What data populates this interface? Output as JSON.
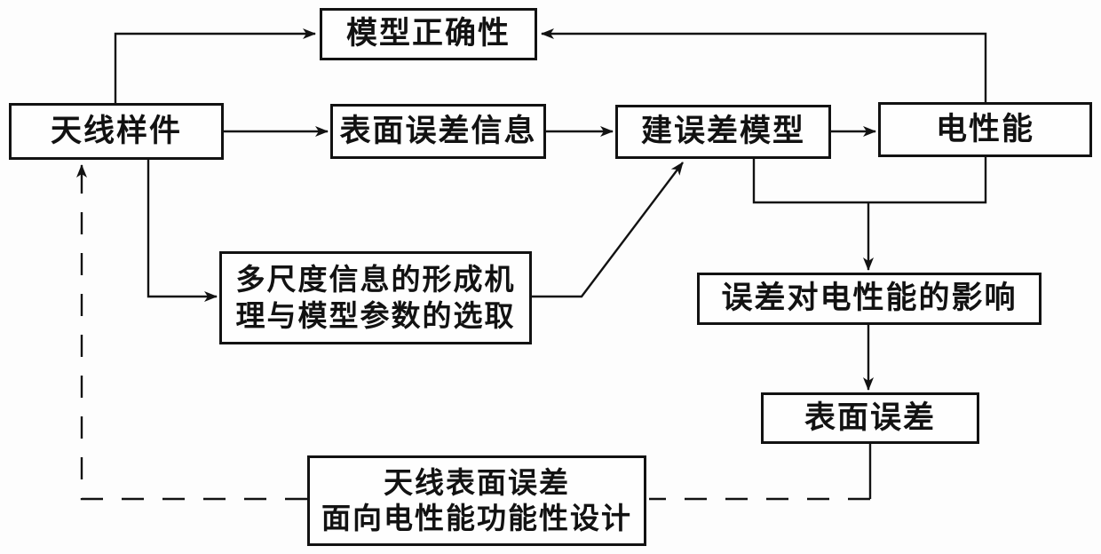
{
  "diagram": {
    "type": "flowchart",
    "colors": {
      "line": "#121212",
      "background": "#fdfdfd",
      "box_background": "#fefefe"
    },
    "boxes": {
      "model_correctness": {
        "label": "模型正确性"
      },
      "antenna_sample": {
        "label": "天线样件"
      },
      "surface_error_info": {
        "label": "表面误差信息"
      },
      "build_error_model": {
        "label": "建误差模型"
      },
      "electrical_performance": {
        "label": "电性能"
      },
      "multiscale": {
        "line1": "多尺度信息的形成机",
        "line2": "理与模型参数的选取"
      },
      "error_influence": {
        "label": "误差对电性能的影响"
      },
      "surface_error": {
        "label": "表面误差"
      },
      "functional_design": {
        "line1": "天线表面误差",
        "line2": "面向电性能功能性设计"
      }
    },
    "edges": [
      {
        "id": "antenna-to-model-correctness",
        "from": "antenna_sample",
        "to": "model_correctness",
        "style": "solid",
        "arrow": true
      },
      {
        "id": "electrical-to-model-correctness",
        "from": "electrical_performance",
        "to": "model_correctness",
        "style": "solid",
        "arrow": true
      },
      {
        "id": "antenna-to-surface-error-info",
        "from": "antenna_sample",
        "to": "surface_error_info",
        "style": "solid",
        "arrow": true
      },
      {
        "id": "surface-error-info-to-build-error-model",
        "from": "surface_error_info",
        "to": "build_error_model",
        "style": "solid",
        "arrow": true
      },
      {
        "id": "build-error-model-to-electrical",
        "from": "build_error_model",
        "to": "electrical_performance",
        "style": "solid",
        "arrow": true
      },
      {
        "id": "antenna-to-multiscale",
        "from": "antenna_sample",
        "to": "multiscale",
        "style": "solid",
        "arrow": true
      },
      {
        "id": "multiscale-to-build-error-model",
        "from": "multiscale",
        "to": "build_error_model",
        "style": "solid",
        "arrow": true
      },
      {
        "id": "build-and-electrical-to-error-influence",
        "from": "build_error_model & electrical_performance",
        "to": "error_influence",
        "style": "solid",
        "arrow": true
      },
      {
        "id": "error-influence-to-surface-error",
        "from": "error_influence",
        "to": "surface_error",
        "style": "solid",
        "arrow": true
      },
      {
        "id": "surface-error-to-functional-design",
        "from": "surface_error",
        "to": "functional_design",
        "style": "dashed",
        "arrow": false
      },
      {
        "id": "functional-design-to-antenna",
        "from": "functional_design",
        "to": "antenna_sample",
        "style": "dashed",
        "arrow": true
      }
    ]
  }
}
